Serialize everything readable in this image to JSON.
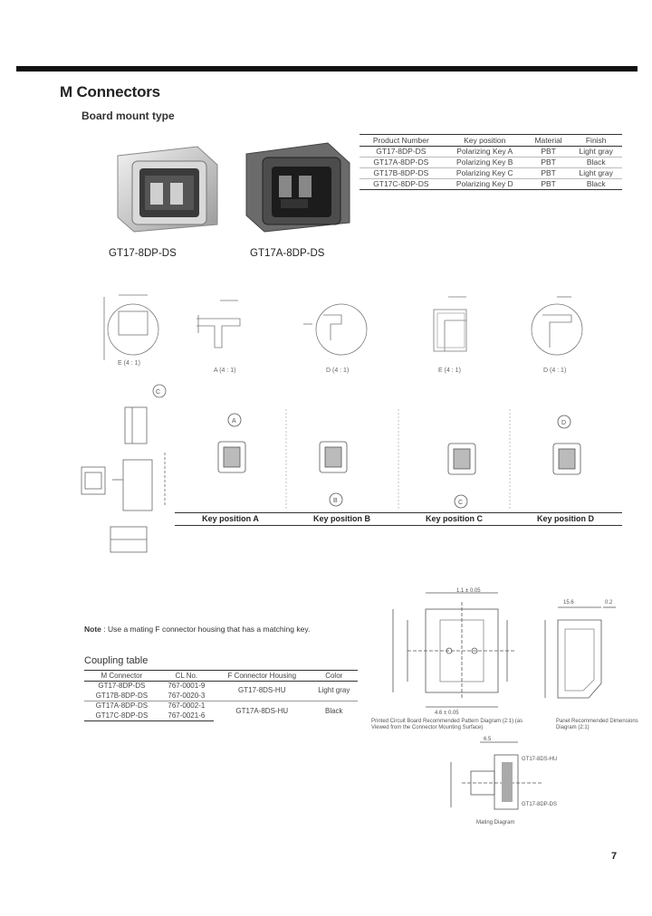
{
  "header": {
    "title": "M Connectors",
    "subtitle": "Board mount type"
  },
  "product_table": {
    "columns": [
      "Product Number",
      "Key position",
      "Material",
      "Finish"
    ],
    "rows": [
      [
        "GT17-8DP-DS",
        "Polarizing Key A",
        "PBT",
        "Light gray"
      ],
      [
        "GT17A-8DP-DS",
        "Polarizing Key B",
        "PBT",
        "Black"
      ],
      [
        "GT17B-8DP-DS",
        "Polarizing Key C",
        "PBT",
        "Light gray"
      ],
      [
        "GT17C-8DP-DS",
        "Polarizing Key D",
        "PBT",
        "Black"
      ]
    ]
  },
  "products": {
    "left_label": "GT17-8DP-DS",
    "right_label": "GT17A-8DP-DS"
  },
  "detail_views": {
    "labels": [
      "E (4 : 1)",
      "A (4 : 1)",
      "D (4 : 1)",
      "E (4 : 1)",
      "D (4 : 1)"
    ],
    "callout": "C"
  },
  "key_positions": {
    "labels": [
      "Key position A",
      "Key position B",
      "Key position C",
      "Key position D"
    ],
    "callouts": [
      "A",
      "B",
      "C",
      "D"
    ]
  },
  "note": {
    "prefix": "Note",
    "text": ": Use a mating F connector housing that has a matching key."
  },
  "coupling": {
    "title": "Coupling table",
    "columns": [
      "M Connector",
      "CL No.",
      "F Connector Housing",
      "Color"
    ],
    "rows": [
      {
        "m": "GT17-8DP-DS",
        "cl": "767-0001-9"
      },
      {
        "m": "GT17B-8DP-DS",
        "cl": "767-0020-3"
      },
      {
        "m": "GT17A-8DP-DS",
        "cl": "767-0002-1"
      },
      {
        "m": "GT17C-8DP-DS",
        "cl": "767-0021-6"
      }
    ],
    "groups": [
      {
        "housing": "GT17-8DS-HU",
        "color": "Light gray"
      },
      {
        "housing": "GT17A-8DS-HU",
        "color": "Black"
      }
    ]
  },
  "drawings": {
    "pcb_caption_1": "Printed Circuit Board Recommended Pattern Diagram (2:1) (as",
    "pcb_caption_2": "Viewed from the Connector Mounting Surface)",
    "panel_caption_1": "Panel Recommended Dimensions",
    "panel_caption_2": "Diagram (2:1)",
    "mating_caption": "Mating Diagram",
    "mating_label_top": "GT17-8DS-HU",
    "mating_label_bottom": "GT17-8DP-DS",
    "dims": {
      "d1": "1.1 ± 0.05",
      "d2": "4.6 ± 0.05",
      "d3": "15.6",
      "d4": "0.2",
      "d5": "6.5"
    }
  },
  "page": {
    "number": "7"
  }
}
